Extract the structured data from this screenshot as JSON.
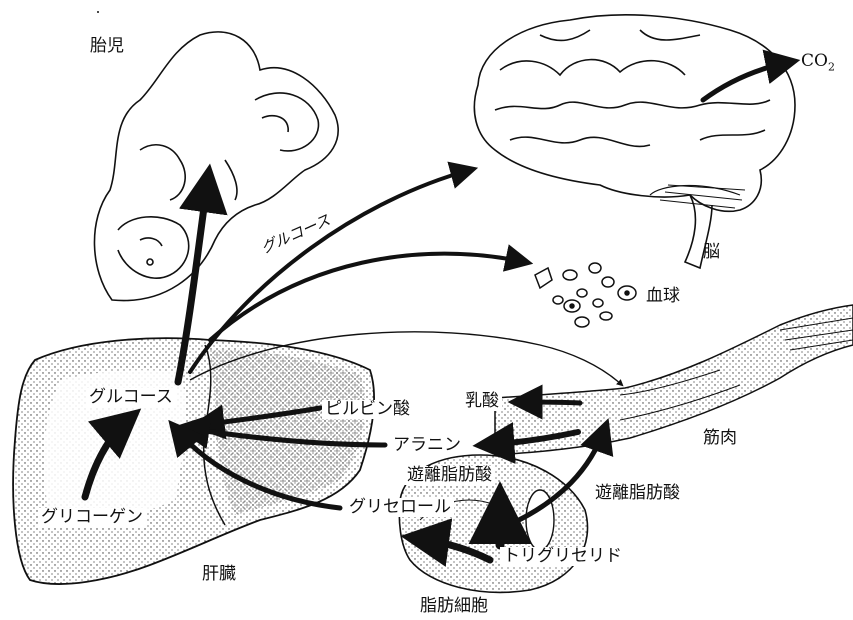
{
  "labels": {
    "fetus": "胎児",
    "brain": "脳",
    "co2": "CO",
    "co2_sub": "2",
    "glucose_path": "グルコース",
    "blood_cells": "血球",
    "muscle": "筋肉",
    "lactic_acid": "乳酸",
    "liver_glucose": "グルコース",
    "pyruvic_acid": "ピルビン酸",
    "alanine": "アラニン",
    "free_fatty_acid_adipose": "遊離脂肪酸",
    "free_fatty_acid_muscle": "遊離脂肪酸",
    "glycogen": "グリコーゲン",
    "glycerol": "グリセロール",
    "triglyceride": "トリグリセリド",
    "liver": "肝臓",
    "adipocyte": "脂肪細胞"
  }
}
